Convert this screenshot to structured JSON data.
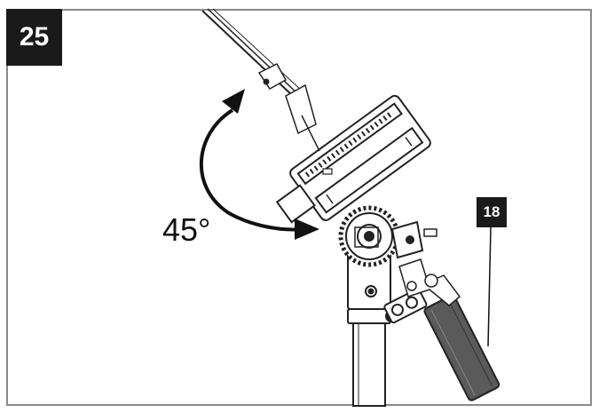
{
  "figure": {
    "step_number": "25",
    "angle_label": "45°",
    "part_label": "18",
    "colors": {
      "ink": "#1a1a1a",
      "frame": "#8a8a8a",
      "handle": "#4a4a4a"
    }
  }
}
